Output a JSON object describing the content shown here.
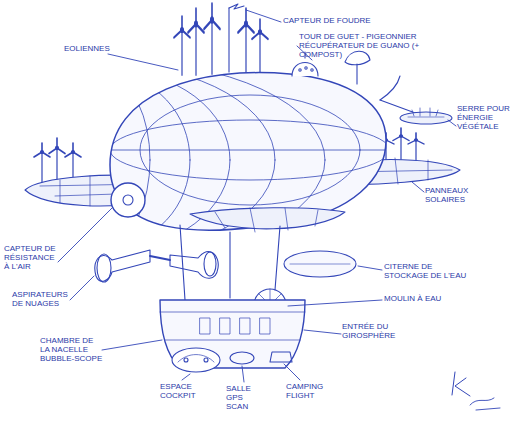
{
  "diagram": {
    "labels": [
      "CAPTEUR DE FOUDRE",
      "TOUR DE GUET - PIGEONNIER RÉCUPÉRATEUR DE GUANO (+ COMPOST)",
      "EOLIENNES",
      "SERRE POUR ÉNERGIE VÉGÉTALE",
      "PANNEAUX SOLAIRES",
      "CAPTEUR DE RÉSISTANCE À L'AIR",
      "ASPIRATEURS DE NUAGES",
      "CITERNE DE STOCKAGE DE L'EAU",
      "MOULIN À EAU",
      "CHAMBRE DE LA NACELLE BUBBLE-SCOPE",
      "ENTRÉE DU GIROSPHÈRE",
      "ESPACE COCKPIT",
      "SALLE GPS SCAN",
      "CAMPING FLIGHT"
    ]
  }
}
